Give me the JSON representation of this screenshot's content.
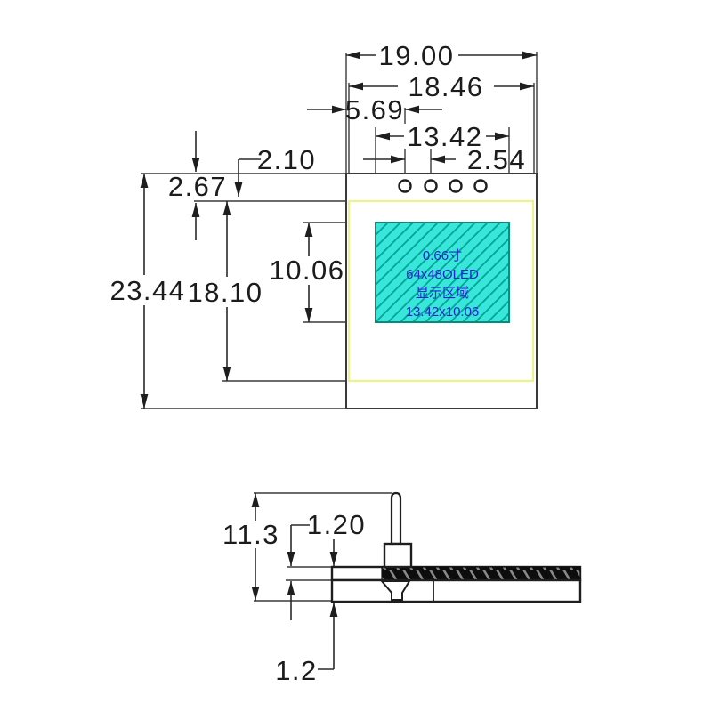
{
  "view_top": {
    "dimensions": {
      "overall_width": "19.00",
      "glass_width": "18.46",
      "pin_offset": "5.69",
      "active_area_width": "13.42",
      "hole_pitch": "2.54",
      "edge_to_glass": "2.10",
      "top_margin": "2.67",
      "overall_height": "23.44",
      "glass_height": "18.10",
      "active_area_height": "10.06"
    },
    "active_area_label": {
      "line1": "0.66寸",
      "line2": "64x48OLED",
      "line3": "显示区域",
      "line4": "13.42x10.06"
    },
    "mounting_hole_count": "4",
    "colors": {
      "active_area_fill": "#38E7D9",
      "active_area_hatch": "#00A496",
      "active_area_border": "#0A8A7C",
      "glass_border": "#ECF28F",
      "label_text": "#2424CE",
      "drawing_line": "#2A2A2A"
    }
  },
  "view_side": {
    "dimensions": {
      "pin_length": "11.3",
      "panel_thickness": "1.20",
      "pcb_thickness": "1.2"
    }
  }
}
